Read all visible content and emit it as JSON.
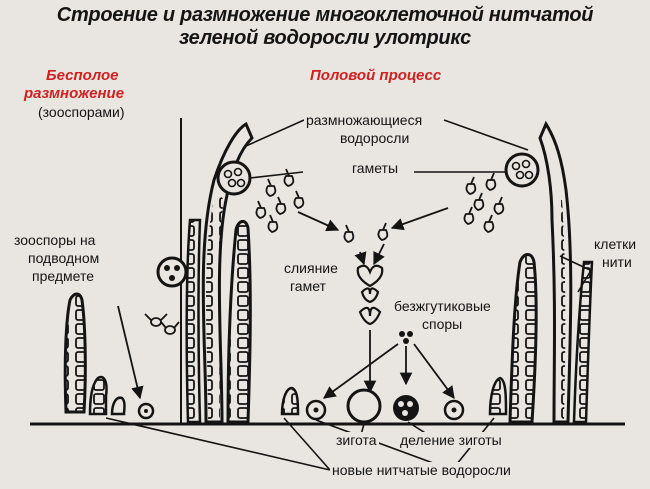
{
  "title": {
    "line1": "Строение и размножение многоклеточной нитчатой",
    "line2": "зеленой водоросли улотрикс"
  },
  "sections": {
    "asexual_line1": "Бесполое",
    "asexual_line2": "размножение",
    "asexual_note": "(зооспорами)",
    "sexual": "Половой процесс"
  },
  "labels": {
    "reproducing_line1": "размножающиеся",
    "reproducing_line2": "водоросли",
    "gametes": "гаметы",
    "zoospores_line1": "зооспоры на",
    "zoospores_line2": "подводном",
    "zoospores_line3": "предмете",
    "fusion_line1": "слияние",
    "fusion_line2": "гамет",
    "thread_cells_line1": "клетки",
    "thread_cells_line2": "нити",
    "spores_line1": "безжгутиковые",
    "spores_line2": "споры",
    "zygote": "зигота",
    "zygote_division": "деление зиготы",
    "new_algae": "новые нитчатые водоросли"
  },
  "colors": {
    "ink": "#141414",
    "accent": "#d02020",
    "paper": "#e9e6e1"
  }
}
